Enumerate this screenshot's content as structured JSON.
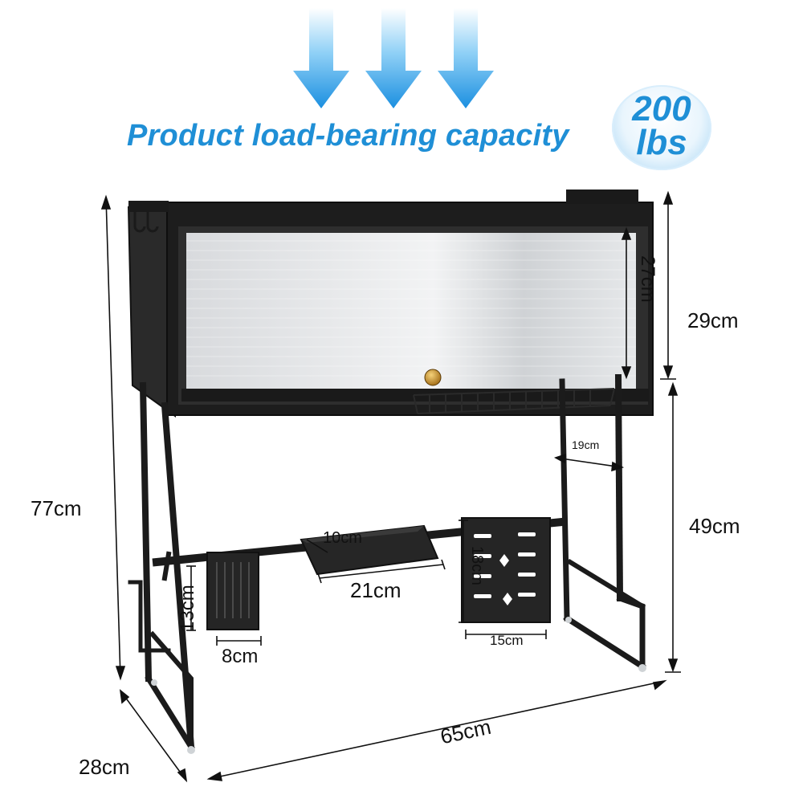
{
  "headline": "Product load-bearing capacity",
  "badge": {
    "value": "200",
    "unit": "lbs"
  },
  "colors": {
    "accent": "#1f8fd6",
    "frame": "#1b1b1b",
    "panel": "#e4e6e8"
  },
  "dimensions": {
    "overall_height": "77cm",
    "depth": "28cm",
    "width": "65cm",
    "upper_height": "29cm",
    "lower_height": "49cm",
    "door_height": "27cm",
    "shelf_depth": "19cm",
    "cup_height": "13cm",
    "cup_width": "8cm",
    "tray_width": "21cm",
    "tray_depth": "10cm",
    "board_height": "18cm",
    "board_width": "15cm"
  }
}
